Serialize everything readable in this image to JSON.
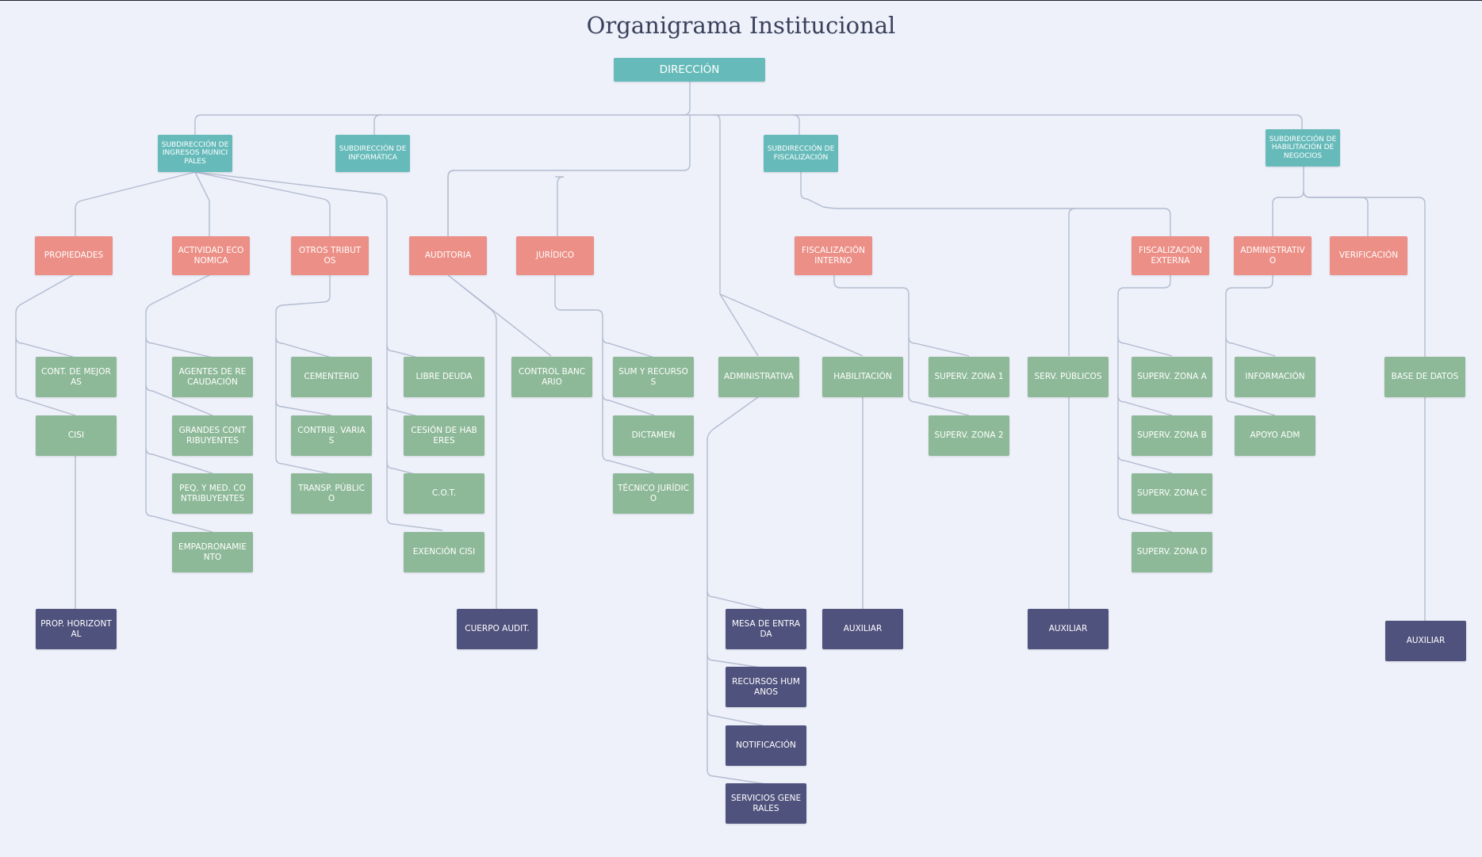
{
  "title": "Organigrama Institucional",
  "colors": {
    "background": "#eef0fa",
    "direccion": "#66bbba",
    "subdireccion": "#66bbba",
    "departamento": "#ec8f86",
    "area": "#8db998",
    "seccion": "#4f527d",
    "connector": "#b3bcd0"
  },
  "nodes": {
    "direccion": "DIRECCIÓN",
    "sub_ingresos": "SUBDIRECCIÓN DE INGRESOS MUNICIPALES",
    "sub_informatica": "SUBDIRECCIÓN DE INFORMÁTICA",
    "sub_fiscalizacion": "SUBDIRECCIÓN DE FISCALIZACIÓN",
    "sub_habilitacion": "SUBDIRECCIÓN DE HABILITACIÓN DE NEGOCIOS",
    "propiedades": "PROPIEDADES",
    "actividad_economica": "ACTIVIDAD ECONOMICA",
    "otros_tributos": "OTROS TRIBUTOS",
    "auditoria": "AUDITORIA",
    "juridico": "JURÍDICO",
    "fiscalizacion_interno": "FISCALIZACIÓN INTERNO",
    "fiscalizacion_externa": "FISCALIZACIÓN EXTERNA",
    "administrativo": "ADMINISTRATIVO",
    "verificacion": "VERIFICACIÓN",
    "cont_mejoras": "CONT. DE MEJORAS",
    "cisi": "CISI",
    "agentes_recaudacion": "AGENTES DE RECAUDACIÓN",
    "grandes_contribuyentes": "GRANDES CONTRIBUYENTES",
    "peq_med_contribuyentes": "PEQ. Y MED. CONTRIBUYENTES",
    "empadronamiento": "EMPADRONAMIENTO",
    "cementerio": "CEMENTERIO",
    "contrib_varias": "CONTRIB. VARIAS",
    "transp_publico": "TRANSP. PÚBLICO",
    "libre_deuda": "LIBRE DEUDA",
    "cesion_haberes": "CESIÓN DE HABERES",
    "cot": "C.O.T.",
    "exencion_cisi": "EXENCIÓN CISI",
    "control_bancario": "CONTROL BANCARIO",
    "sum_recursos": "SUM Y RECURSOS",
    "dictamen": "DICTAMEN",
    "tecnico_juridico": "TÉCNICO JURÍDICO",
    "administrativa": "ADMINISTRATIVA",
    "habilitacion": "HABILITACIÓN",
    "superv_zona_1": "SUPERV. ZONA 1",
    "superv_zona_2": "SUPERV. ZONA 2",
    "serv_publicos": "SERV. PÚBLICOS",
    "superv_zona_a": "SUPERV. ZONA A",
    "superv_zona_b": "SUPERV. ZONA B",
    "superv_zona_c": "SUPERV. ZONA C",
    "superv_zona_d": "SUPERV. ZONA D",
    "informacion": "INFORMACIÓN",
    "apoyo_adm": "APOYO ADM",
    "base_datos": "BASE DE DATOS",
    "prop_horizontal": "PROP. HORIZONTAL",
    "cuerpo_audit": "CUERPO AUDIT.",
    "mesa_entrada": "MESA DE ENTRADA",
    "recursos_humanos": "RECURSOS HUMANOS",
    "notificacion": "NOTIFICACIÓN",
    "servicios_generales": "SERVICIOS GENERALES",
    "auxiliar_habilitacion": "AUXILIAR",
    "auxiliar_serv_publicos": "AUXILIAR",
    "auxiliar_base_datos": "AUXILIAR"
  }
}
